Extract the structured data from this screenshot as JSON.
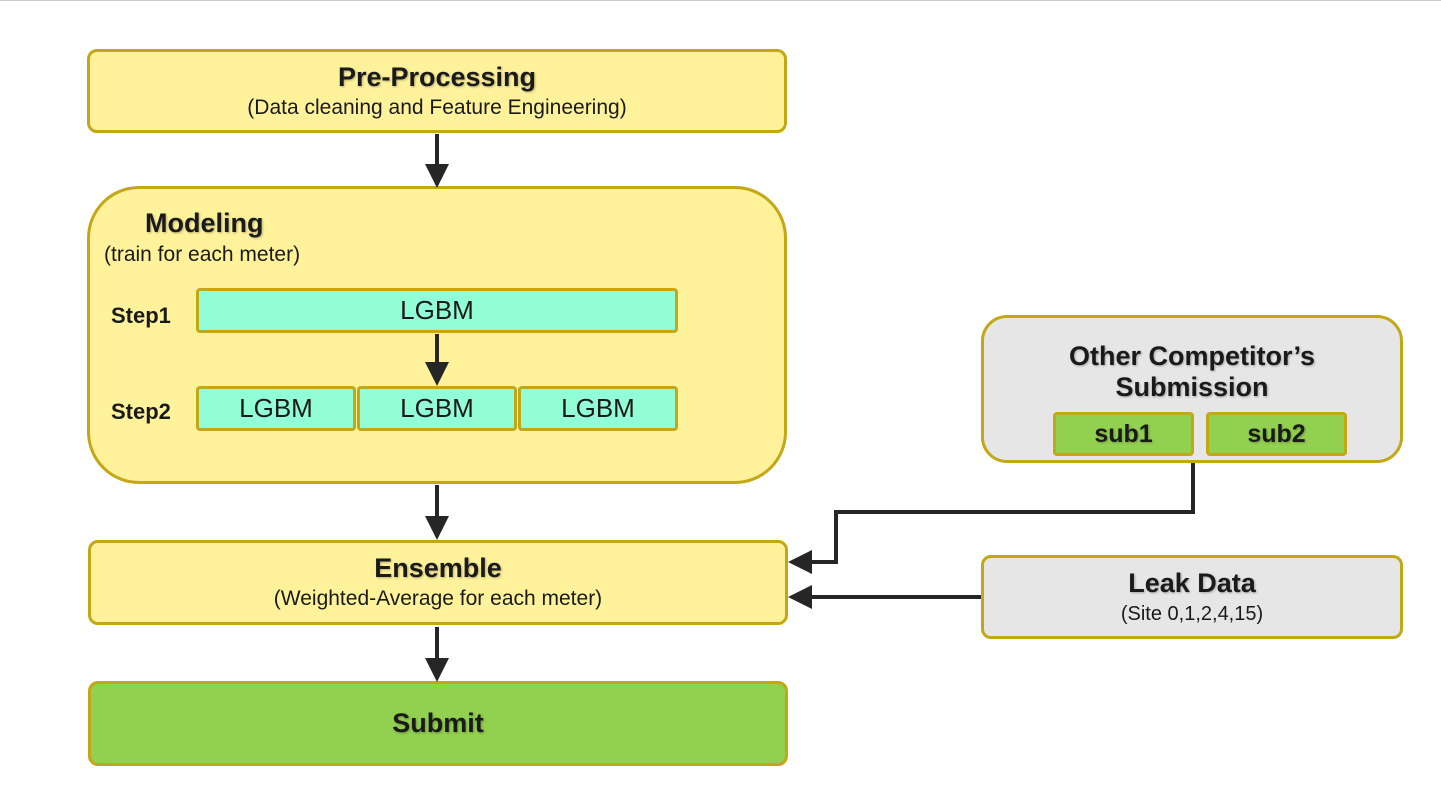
{
  "preprocessing": {
    "title": "Pre-Processing",
    "subtitle": "(Data cleaning and Feature Engineering)"
  },
  "modeling": {
    "title": "Modeling",
    "subtitle": "(train for each meter)",
    "step1_label": "Step1",
    "step2_label": "Step2",
    "step1_models": [
      "LGBM"
    ],
    "step2_models": [
      "LGBM",
      "LGBM",
      "LGBM"
    ]
  },
  "ensemble": {
    "title": "Ensemble",
    "subtitle": "(Weighted-Average for each meter)"
  },
  "submit": {
    "title": "Submit"
  },
  "competitors": {
    "title_line1": "Other Competitor’s",
    "title_line2": "Submission",
    "subs": [
      "sub1",
      "sub2"
    ]
  },
  "leak": {
    "title": "Leak Data",
    "subtitle": "(Site 0,1,2,4,15)"
  },
  "colors": {
    "yellow_fill": "#fff29b",
    "border": "#c3a714",
    "teal_fill": "#92fed7",
    "green_fill": "#92d050",
    "gray_fill": "#e6e6e6",
    "arrow": "#262626"
  }
}
